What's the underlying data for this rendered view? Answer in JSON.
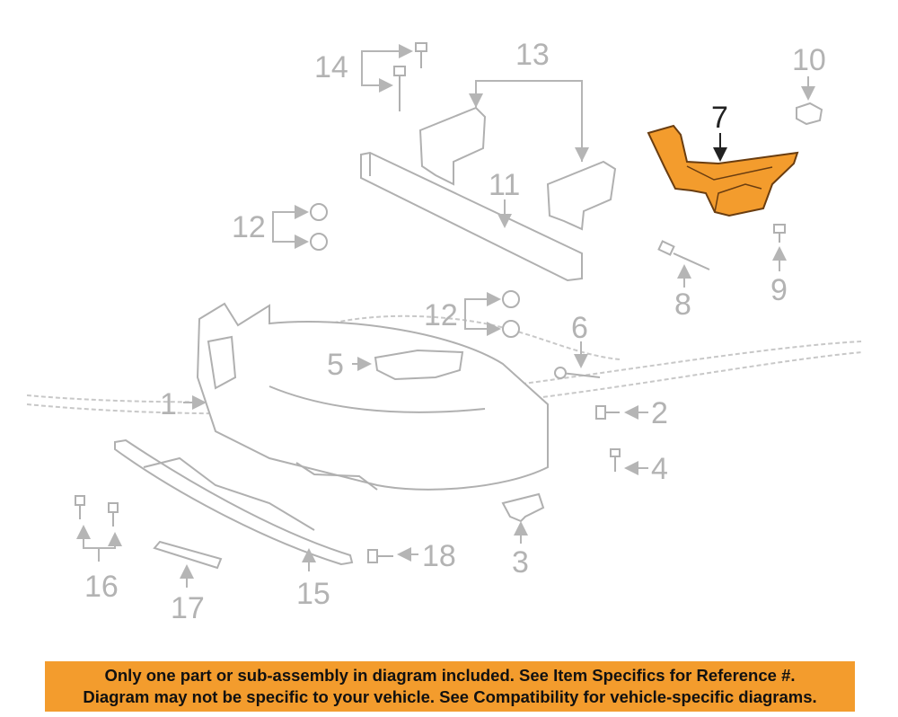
{
  "diagram": {
    "highlight_color": "#f39c2d",
    "callouts": {
      "c1": "1",
      "c2": "2",
      "c3": "3",
      "c4": "4",
      "c5": "5",
      "c6": "6",
      "c7": "7",
      "c8": "8",
      "c9": "9",
      "c10": "10",
      "c11": "11",
      "c12a": "12",
      "c12b": "12",
      "c13": "13",
      "c14": "14",
      "c15": "15",
      "c16": "16",
      "c17": "17",
      "c18": "18"
    }
  },
  "notice": {
    "line1": "Only one part or sub-assembly in diagram included. See Item Specifics for Reference #.",
    "line2": "Diagram may not be specific to your vehicle. See Compatibility for vehicle-specific diagrams."
  }
}
